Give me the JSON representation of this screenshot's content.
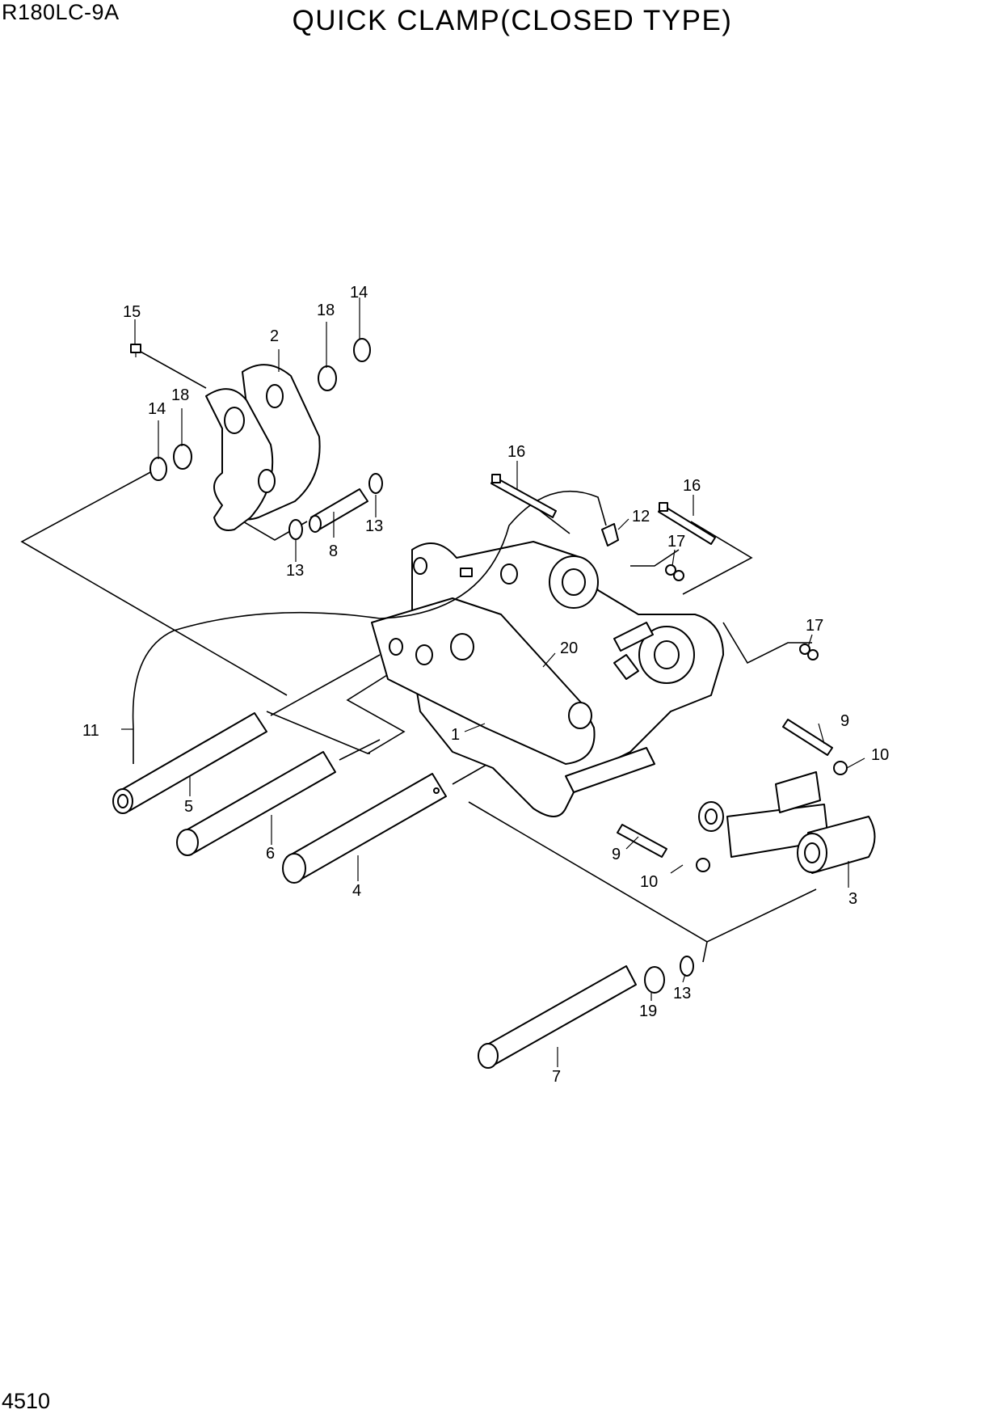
{
  "header": {
    "model": "R180LC-9A",
    "title": "QUICK CLAMP(CLOSED TYPE)"
  },
  "footer": {
    "page_number": "4510"
  },
  "callouts": {
    "c1": "1",
    "c2": "2",
    "c3": "3",
    "c4": "4",
    "c5": "5",
    "c6": "6",
    "c7": "7",
    "c8": "8",
    "c9a": "9",
    "c9b": "9",
    "c10a": "10",
    "c10b": "10",
    "c11": "11",
    "c12": "12",
    "c13a": "13",
    "c13b": "13",
    "c13c": "13",
    "c14a": "14",
    "c14b": "14",
    "c15": "15",
    "c16a": "16",
    "c16b": "16",
    "c17a": "17",
    "c17b": "17",
    "c18a": "18",
    "c18b": "18",
    "c19": "19",
    "c20": "20"
  }
}
